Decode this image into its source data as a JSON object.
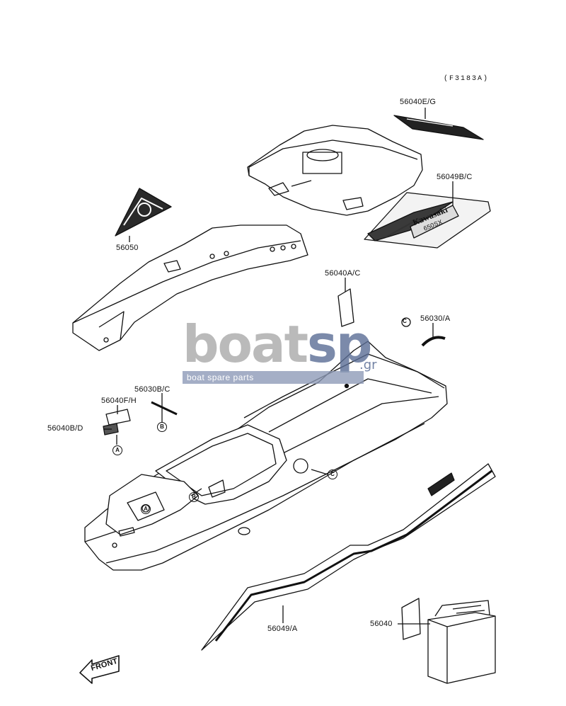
{
  "diagram": {
    "figure_code": "(F3183A)",
    "callouts": {
      "c1": "56040E/G",
      "c2": "56049B/C",
      "c3": "56050",
      "c4": "56040A/C",
      "c5": "56030/A",
      "c6": "56030B/C",
      "c7": "56040F/H",
      "c8": "56040B/D",
      "c9": "56049/A",
      "c10": "56040"
    },
    "ref_markers": {
      "a1": "A",
      "a2": "A",
      "b1": "B",
      "b2": "B",
      "c1": "C",
      "c2": "C"
    },
    "decal_text": {
      "brand": "Kawasaki",
      "model": "650SX"
    },
    "front_arrow": "FRONT"
  },
  "watermark": {
    "main": "boat",
    "accent": "sp",
    "suffix": ".gr",
    "tagline": "boat spare parts",
    "accent_color": "#5b6e96",
    "main_color": "#a9a9a9"
  }
}
